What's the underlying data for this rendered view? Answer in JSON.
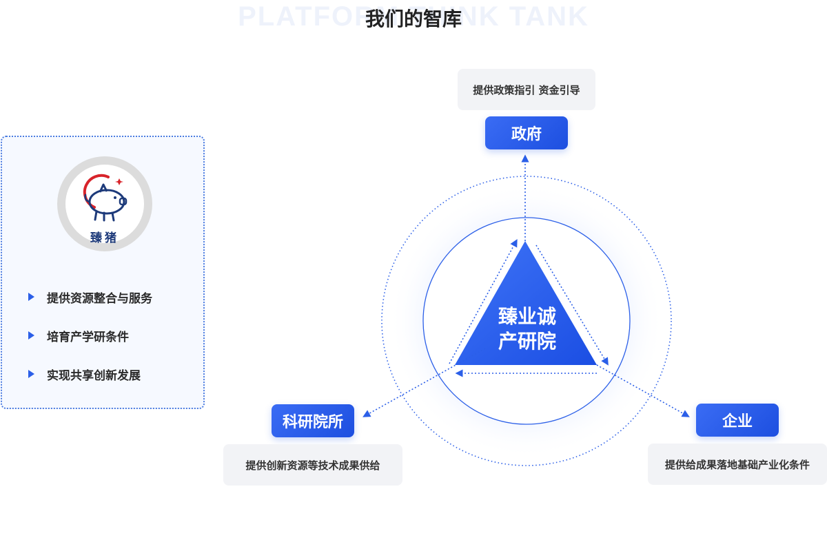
{
  "header": {
    "watermark": "PLATFORM THINK TANK",
    "title": "我们的智库"
  },
  "left_panel": {
    "logo_text": "臻猪",
    "features": [
      "提供资源整合与服务",
      "培育产学研条件",
      "实现共享创新发展"
    ]
  },
  "diagram": {
    "center": {
      "line1": "臻业诚",
      "line2": "产研院"
    },
    "government": {
      "label": "政府",
      "description": "提供政策指引 资金引导"
    },
    "research_institute": {
      "label": "科研院所",
      "description": "提供创新资源等技术成果供给"
    },
    "enterprise": {
      "label": "企业",
      "description": "提供给成果落地基础产业化条件"
    }
  },
  "colors": {
    "accent": "#2b5fe8",
    "node_blue": "#2a5cf0",
    "panel_bg": "#f6f9ff",
    "desc_bg": "#f2f3f6",
    "logo_red": "#d8232a",
    "logo_navy": "#1d3a7a"
  }
}
